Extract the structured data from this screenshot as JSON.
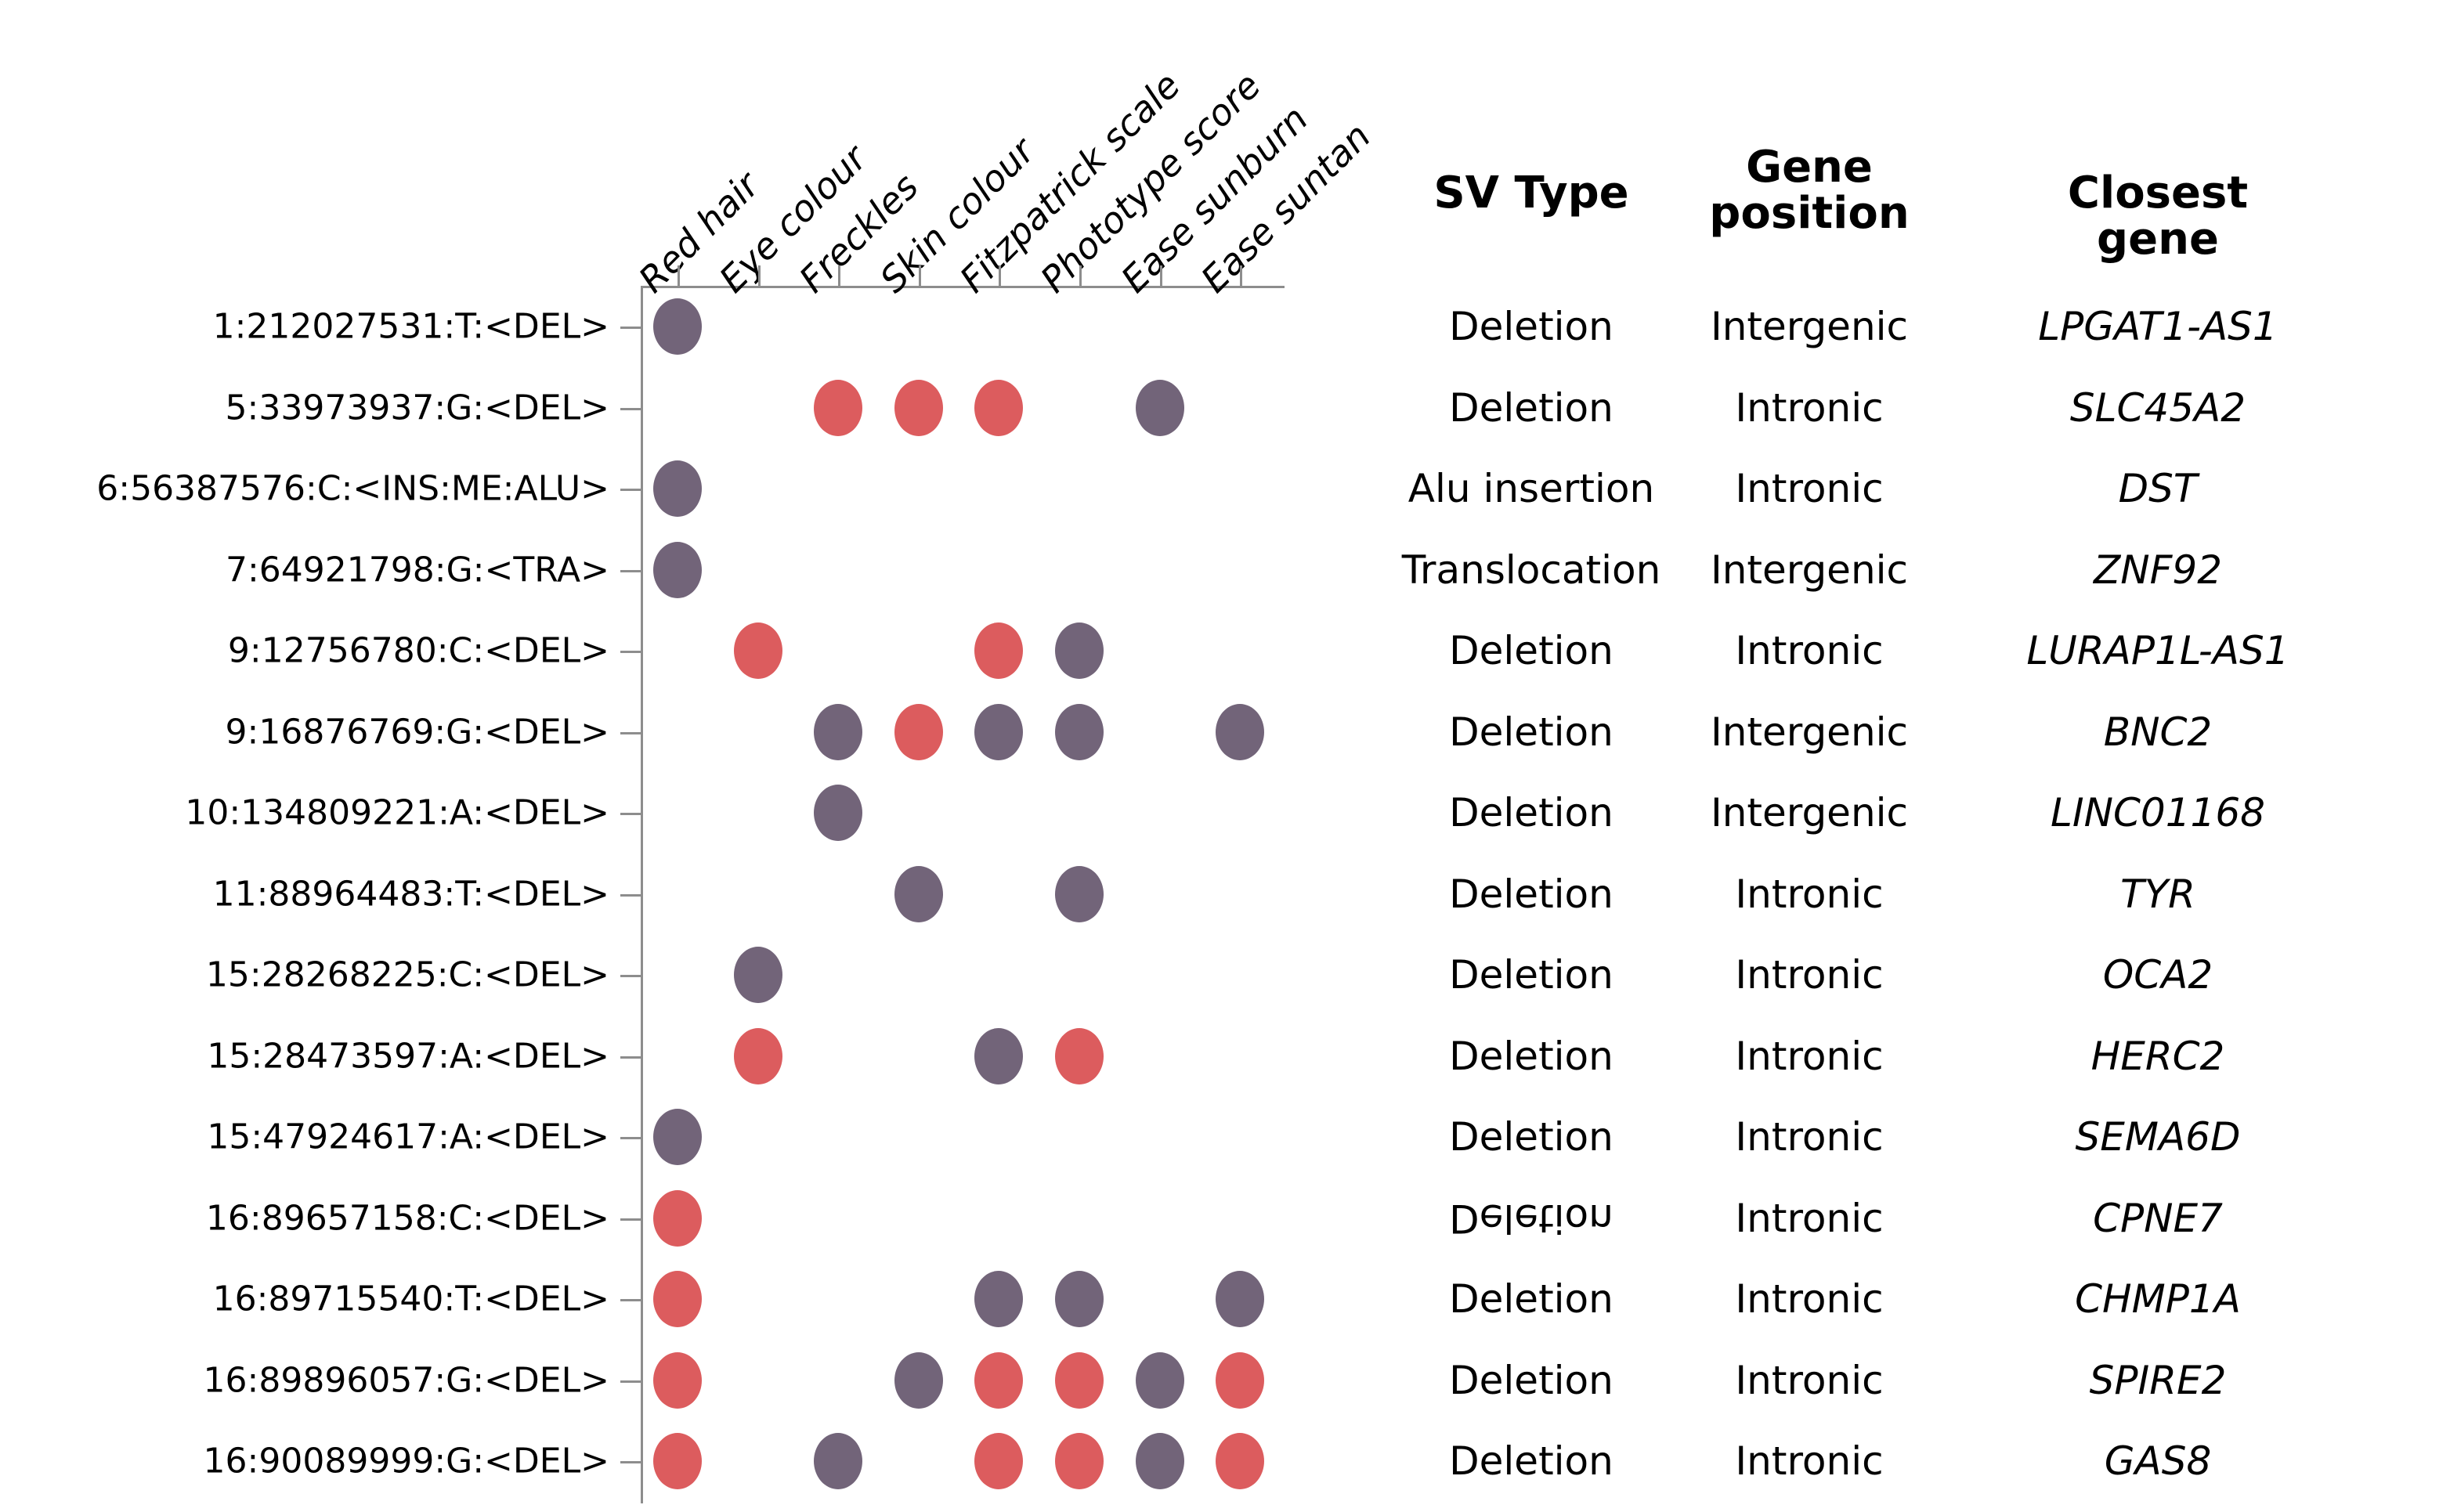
{
  "chart_data": {
    "type": "heatmap",
    "title": "",
    "xlabel": "",
    "ylabel": "",
    "grid": false,
    "legend_position": "none",
    "categories": [
      "Red hair",
      "Eye colour",
      "Freckles",
      "Skin colour",
      "Fitzpatrick scale",
      "Phototype score",
      "Ease sunburn",
      "Ease suntan"
    ],
    "rows": [
      "1:212027531:T:<DEL>",
      "5:33973937:G:<DEL>",
      "6:56387576:C:<INS:ME:ALU>",
      "7:64921798:G:<TRA>",
      "9:12756780:C:<DEL>",
      "9:16876769:G:<DEL>",
      "10:134809221:A:<DEL>",
      "11:88964483:T:<DEL>",
      "15:28268225:C:<DEL>",
      "15:28473597:A:<DEL>",
      "15:47924617:A:<DEL>",
      "16:89657158:C:<DEL>",
      "16:89715540:T:<DEL>",
      "16:89896057:G:<DEL>",
      "16:90089999:G:<DEL>"
    ],
    "colors": {
      "purple": "#726479",
      "red": "#DC5C5E",
      "axis": "#8d8d8d",
      "text": "#000000",
      "background": "#ffffff"
    },
    "cells": [
      {
        "row": 0,
        "col": 0,
        "value": "purple"
      },
      {
        "row": 1,
        "col": 2,
        "value": "red"
      },
      {
        "row": 1,
        "col": 3,
        "value": "red"
      },
      {
        "row": 1,
        "col": 4,
        "value": "red"
      },
      {
        "row": 1,
        "col": 6,
        "value": "purple"
      },
      {
        "row": 2,
        "col": 0,
        "value": "purple"
      },
      {
        "row": 3,
        "col": 0,
        "value": "purple"
      },
      {
        "row": 4,
        "col": 1,
        "value": "red"
      },
      {
        "row": 4,
        "col": 4,
        "value": "red"
      },
      {
        "row": 4,
        "col": 5,
        "value": "purple"
      },
      {
        "row": 5,
        "col": 2,
        "value": "purple"
      },
      {
        "row": 5,
        "col": 3,
        "value": "red"
      },
      {
        "row": 5,
        "col": 4,
        "value": "purple"
      },
      {
        "row": 5,
        "col": 5,
        "value": "purple"
      },
      {
        "row": 5,
        "col": 7,
        "value": "purple"
      },
      {
        "row": 6,
        "col": 2,
        "value": "purple"
      },
      {
        "row": 7,
        "col": 3,
        "value": "purple"
      },
      {
        "row": 7,
        "col": 5,
        "value": "purple"
      },
      {
        "row": 8,
        "col": 1,
        "value": "purple"
      },
      {
        "row": 9,
        "col": 1,
        "value": "red"
      },
      {
        "row": 9,
        "col": 4,
        "value": "purple"
      },
      {
        "row": 9,
        "col": 5,
        "value": "red"
      },
      {
        "row": 10,
        "col": 0,
        "value": "purple"
      },
      {
        "row": 11,
        "col": 0,
        "value": "red"
      },
      {
        "row": 12,
        "col": 0,
        "value": "red"
      },
      {
        "row": 12,
        "col": 4,
        "value": "purple"
      },
      {
        "row": 12,
        "col": 5,
        "value": "purple"
      },
      {
        "row": 12,
        "col": 7,
        "value": "purple"
      },
      {
        "row": 13,
        "col": 0,
        "value": "red"
      },
      {
        "row": 13,
        "col": 3,
        "value": "purple"
      },
      {
        "row": 13,
        "col": 4,
        "value": "red"
      },
      {
        "row": 13,
        "col": 5,
        "value": "red"
      },
      {
        "row": 13,
        "col": 6,
        "value": "purple"
      },
      {
        "row": 13,
        "col": 7,
        "value": "red"
      },
      {
        "row": 14,
        "col": 0,
        "value": "red"
      },
      {
        "row": 14,
        "col": 2,
        "value": "purple"
      },
      {
        "row": 14,
        "col": 4,
        "value": "red"
      },
      {
        "row": 14,
        "col": 5,
        "value": "red"
      },
      {
        "row": 14,
        "col": 6,
        "value": "purple"
      },
      {
        "row": 14,
        "col": 7,
        "value": "red"
      }
    ]
  },
  "annotation_table": {
    "headers": {
      "sv_type": "SV Type",
      "gene_position": "Gene\nposition",
      "closest_gene": "Closest gene"
    },
    "rows": [
      {
        "sv_type": "Deletion",
        "gene_position": "Intergenic",
        "closest_gene": "LPGAT1-AS1",
        "flipped": false
      },
      {
        "sv_type": "Deletion",
        "gene_position": "Intronic",
        "closest_gene": "SLC45A2",
        "flipped": false
      },
      {
        "sv_type": "Alu insertion",
        "gene_position": "Intronic",
        "closest_gene": "DST",
        "flipped": false
      },
      {
        "sv_type": "Translocation",
        "gene_position": "Intergenic",
        "closest_gene": "ZNF92",
        "flipped": false
      },
      {
        "sv_type": "Deletion",
        "gene_position": "Intronic",
        "closest_gene": "LURAP1L-AS1",
        "flipped": false
      },
      {
        "sv_type": "Deletion",
        "gene_position": "Intergenic",
        "closest_gene": "BNC2",
        "flipped": false
      },
      {
        "sv_type": "Deletion",
        "gene_position": "Intergenic",
        "closest_gene": "LINC01168",
        "flipped": false
      },
      {
        "sv_type": "Deletion",
        "gene_position": "Intronic",
        "closest_gene": "TYR",
        "flipped": false
      },
      {
        "sv_type": "Deletion",
        "gene_position": "Intronic",
        "closest_gene": "OCA2",
        "flipped": false
      },
      {
        "sv_type": "Deletion",
        "gene_position": "Intronic",
        "closest_gene": "HERC2",
        "flipped": false
      },
      {
        "sv_type": "Deletion",
        "gene_position": "Intronic",
        "closest_gene": "SEMA6D",
        "flipped": false
      },
      {
        "sv_type": "Deletion",
        "gene_position": "Intronic",
        "closest_gene": "CPNE7",
        "flipped": true
      },
      {
        "sv_type": "Deletion",
        "gene_position": "Intronic",
        "closest_gene": "CHMP1A",
        "flipped": false
      },
      {
        "sv_type": "Deletion",
        "gene_position": "Intronic",
        "closest_gene": "SPIRE2",
        "flipped": false
      },
      {
        "sv_type": "Deletion",
        "gene_position": "Intronic",
        "closest_gene": "GAS8",
        "flipped": false
      }
    ]
  }
}
